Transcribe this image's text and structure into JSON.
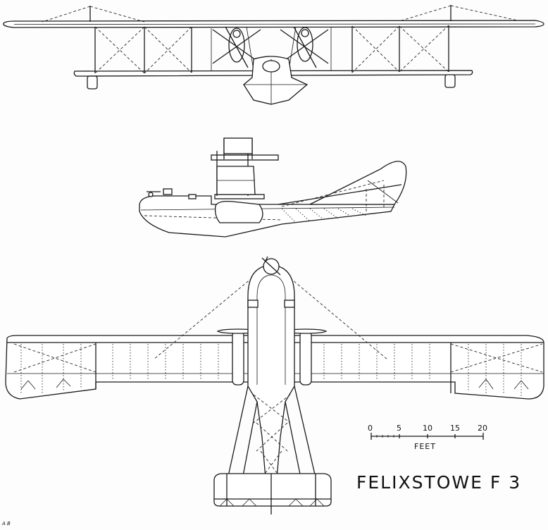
{
  "title": "FELIXSTOWE F 3",
  "scale_bar": {
    "ticks": [
      "0",
      "5",
      "10",
      "15",
      "20"
    ],
    "unit": "FEET"
  },
  "artist_initials": "A B",
  "views": [
    "front-view",
    "side-view",
    "plan-view"
  ]
}
